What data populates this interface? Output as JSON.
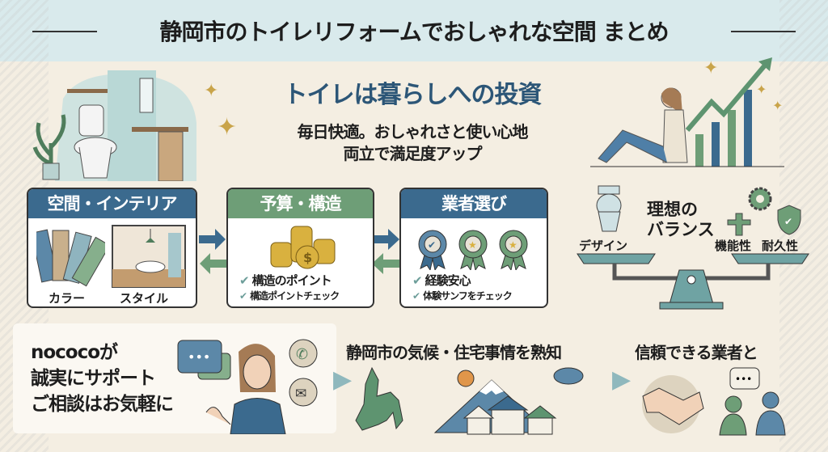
{
  "header": {
    "title": "静岡市のトイレリフォームでおしゃれな空間 まとめ"
  },
  "hero": {
    "headline": "トイレは暮らしへの投資",
    "subtitle_line1": "毎日快適。おしゃれさと使い心地",
    "subtitle_line2": "両立で満足度アップ"
  },
  "cards": [
    {
      "title": "空間・インテリア",
      "labels": [
        "カラー",
        "スタイル"
      ]
    },
    {
      "title": "予算・構造",
      "checks": [
        "構造のポイント",
        "構造ポイントチェック"
      ]
    },
    {
      "title": "業者選び",
      "checks": [
        "経験安心",
        "体験サンフをチェック"
      ]
    }
  ],
  "balance": {
    "title_line1": "理想の",
    "title_line2": "バランス",
    "left_label": "デザイン",
    "right_labels": [
      "機能性",
      "耐久性"
    ]
  },
  "bottom": {
    "support_line1": "nococoが",
    "support_line2": "誠実にサポート",
    "support_line3": "ご相談はお気軽に",
    "climate_title": "静岡市の気候・住宅事情を熟知",
    "trust_title": "信頼できる業者と"
  },
  "colors": {
    "blue": "#3b6a8e",
    "green": "#6e9e77",
    "navy_text": "#2c5677",
    "background": "#f4eee2",
    "top_band": "#d9eaec"
  }
}
